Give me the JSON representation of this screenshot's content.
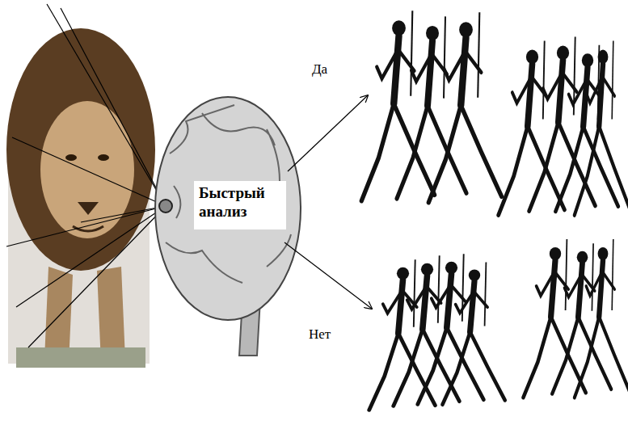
{
  "diagram": {
    "nodes": [
      {
        "text": [
          "Быстрый анализ"
        ]
      }
    ],
    "labels": [
      "Да",
      "Нет"
    ]
  }
}
